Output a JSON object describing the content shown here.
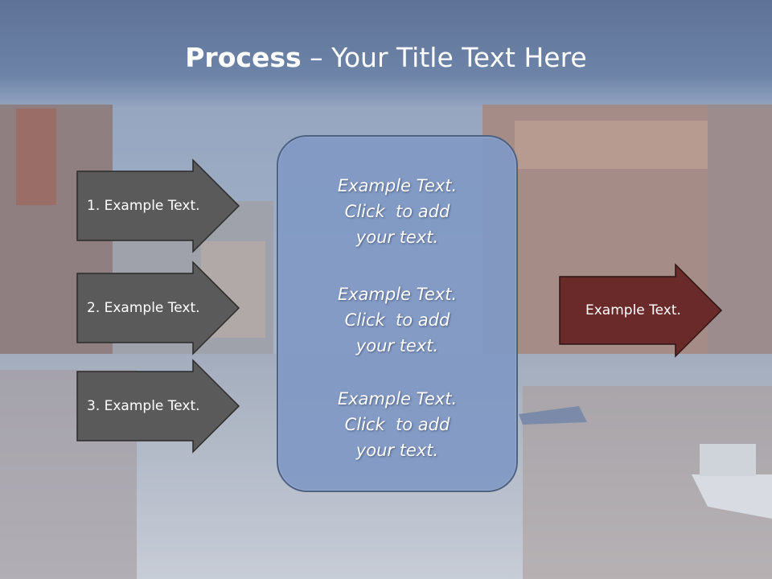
{
  "title": {
    "bold": "Process",
    "rest": " – Your Title Text Here"
  },
  "left_steps": [
    {
      "label": "1. Example Text."
    },
    {
      "label": "2. Example Text."
    },
    {
      "label": "3. Example Text."
    }
  ],
  "center_blocks": [
    {
      "lines": [
        "Example Text.",
        "Click  to add",
        "your text."
      ]
    },
    {
      "lines": [
        "Example Text.",
        "Click  to add",
        "your text."
      ]
    },
    {
      "lines": [
        "Example Text.",
        "Click  to add",
        "your text."
      ]
    }
  ],
  "result": {
    "label": "Example Text."
  },
  "colors": {
    "step_fill": "#5a5a5a",
    "result_fill": "#6b2a2a",
    "panel_fill": "#8099c4",
    "title_bar": "#5d7296"
  }
}
